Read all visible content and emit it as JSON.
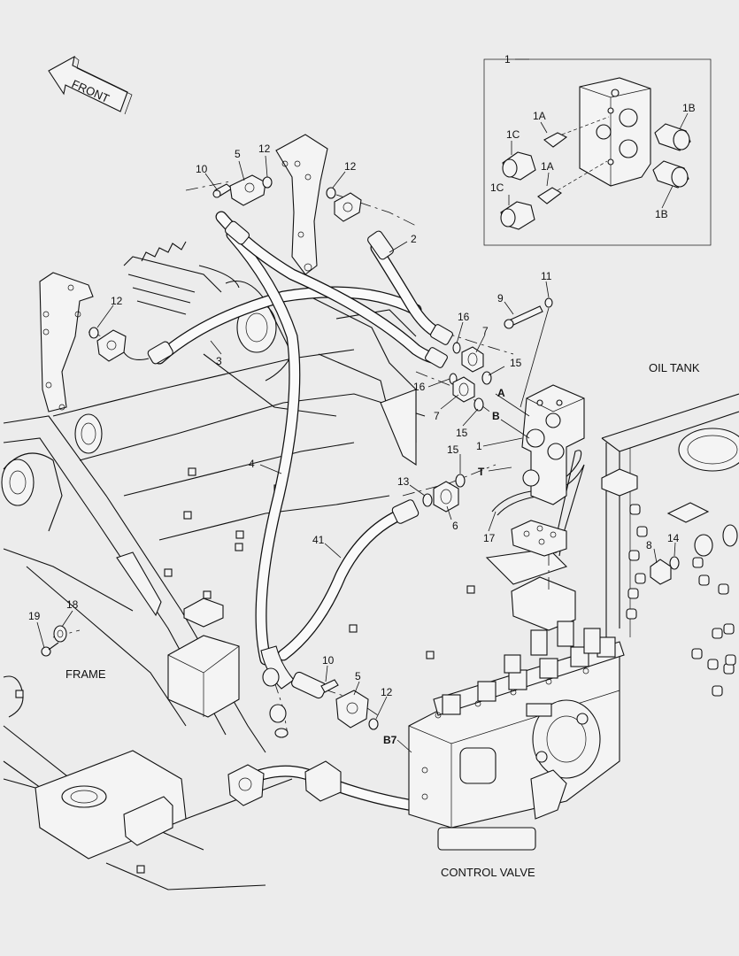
{
  "diagram": {
    "front_arrow_text": "FRONT",
    "captions": {
      "oil_tank": "OIL TANK",
      "frame": "FRAME",
      "control_valve": "CONTROL VALVE"
    },
    "callouts": {
      "n1_inset": "1",
      "n1A_top": "1A",
      "n1A_bottom": "1A",
      "n1B_top": "1B",
      "n1B_bottom": "1B",
      "n1C_top": "1C",
      "n1C_bottom": "1C",
      "n10_top": "10",
      "n5_top": "5",
      "n12_top_a": "12",
      "n12_top_b": "12",
      "n2": "2",
      "n12_left": "12",
      "n3": "3",
      "n9": "9",
      "n11": "11",
      "n16_a": "16",
      "n7_a": "7",
      "n15_a": "15",
      "n16_b": "16",
      "n7_b": "7",
      "n15_b": "15",
      "A": "A",
      "B": "B",
      "n1_main": "1",
      "n15_c": "15",
      "T": "T",
      "n4": "4",
      "n13": "13",
      "n6": "6",
      "n17": "17",
      "n41": "41",
      "n8": "8",
      "n14": "14",
      "n19": "19",
      "n18": "18",
      "n10_bottom": "10",
      "n5_bottom": "5",
      "n12_bottom": "12",
      "B7": "B7"
    }
  }
}
